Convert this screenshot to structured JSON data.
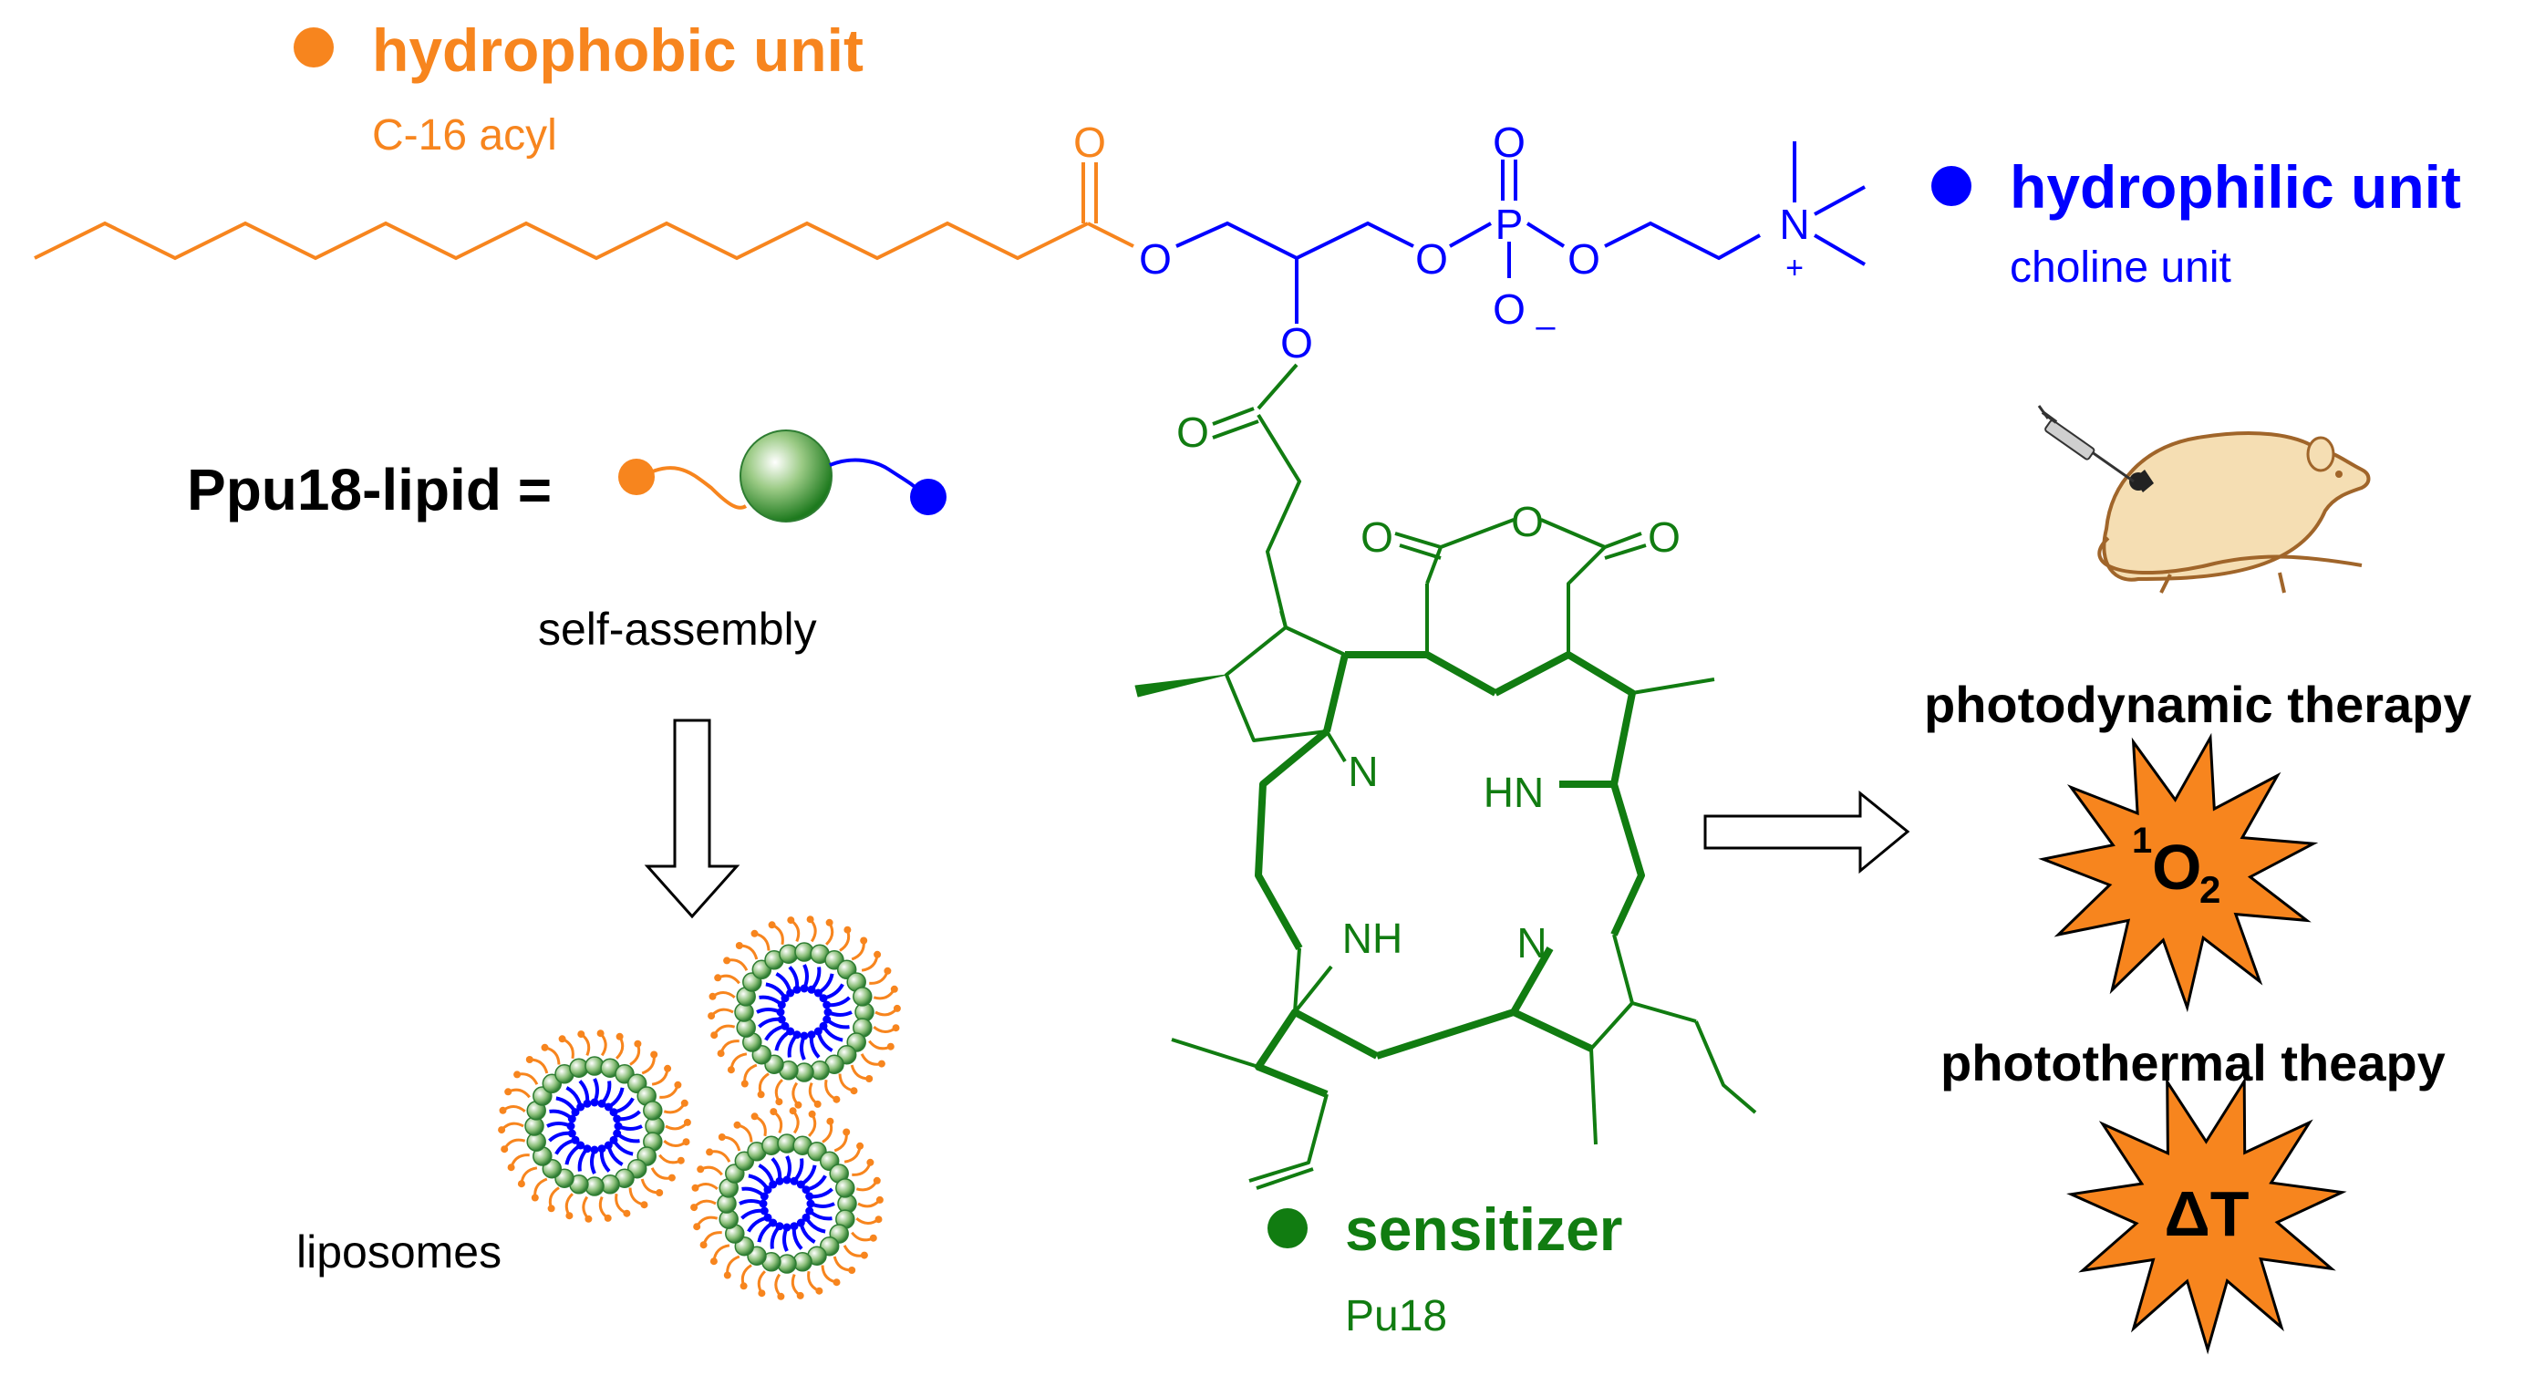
{
  "legend": {
    "hydrophobic_title": "hydrophobic unit",
    "hydrophobic_sub": "C-16 acyl",
    "hydrophilic_title": "hydrophilic unit",
    "hydrophilic_sub": "choline unit",
    "sensitizer_title": "sensitizer",
    "sensitizer_sub": "Pu18"
  },
  "schematic": {
    "name": "Ppu18-lipid =",
    "assembly": "self-assembly",
    "product": "liposomes"
  },
  "outcomes": {
    "pdt_label": "photodynamic therapy",
    "pdt_symbol_sup": "1",
    "pdt_symbol_main": "O",
    "pdt_symbol_sub": "2",
    "ptt_label": "photothermal theapy",
    "ptt_symbol": "ΔT"
  },
  "atoms": {
    "O": "O",
    "P": "P",
    "N": "N",
    "NH": "NH",
    "HN": "HN",
    "minus": "–",
    "plus": "+"
  },
  "colors": {
    "hydrophobic": "#F7851E",
    "hydrophilic": "#0000FF",
    "sensitizer": "#117C11",
    "burst": "#F7851E",
    "mouse_body": "#F5DEB3",
    "mouse_outline": "#A0652A"
  }
}
